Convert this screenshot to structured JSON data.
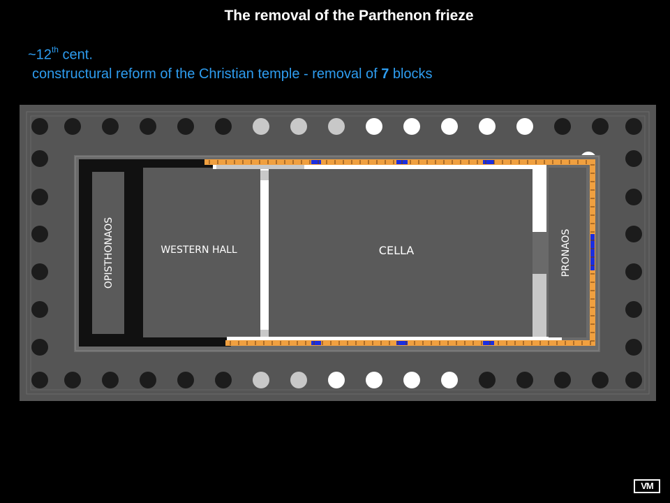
{
  "slide": {
    "title": "The removal of the Parthenon frieze",
    "date_prefix": "~12",
    "date_sup": "th",
    "date_suffix": " cent.",
    "line2_text": "constructural reform of the Christian temple - removal of ",
    "line2_number": "7",
    "line2_tail": " blocks"
  },
  "plan": {
    "labels": {
      "opisthonaos": "OPISTHONAOS",
      "western_hall": "WESTERN HALL",
      "cella": "CELLA",
      "pronaos": "PRONAOS"
    },
    "colors": {
      "background": "#000000",
      "stylobate": "#555555",
      "cella_floor": "#5a5a5a",
      "column_dark": "#1c1c1c",
      "column_grey": "#c8c8c8",
      "column_white": "#ffffff",
      "frieze_remaining": "#f0a040",
      "frieze_removed": "#1a2ee0",
      "wall_white": "#ffffff"
    },
    "legend_note": ""
  },
  "logo": {
    "text": "VM"
  }
}
